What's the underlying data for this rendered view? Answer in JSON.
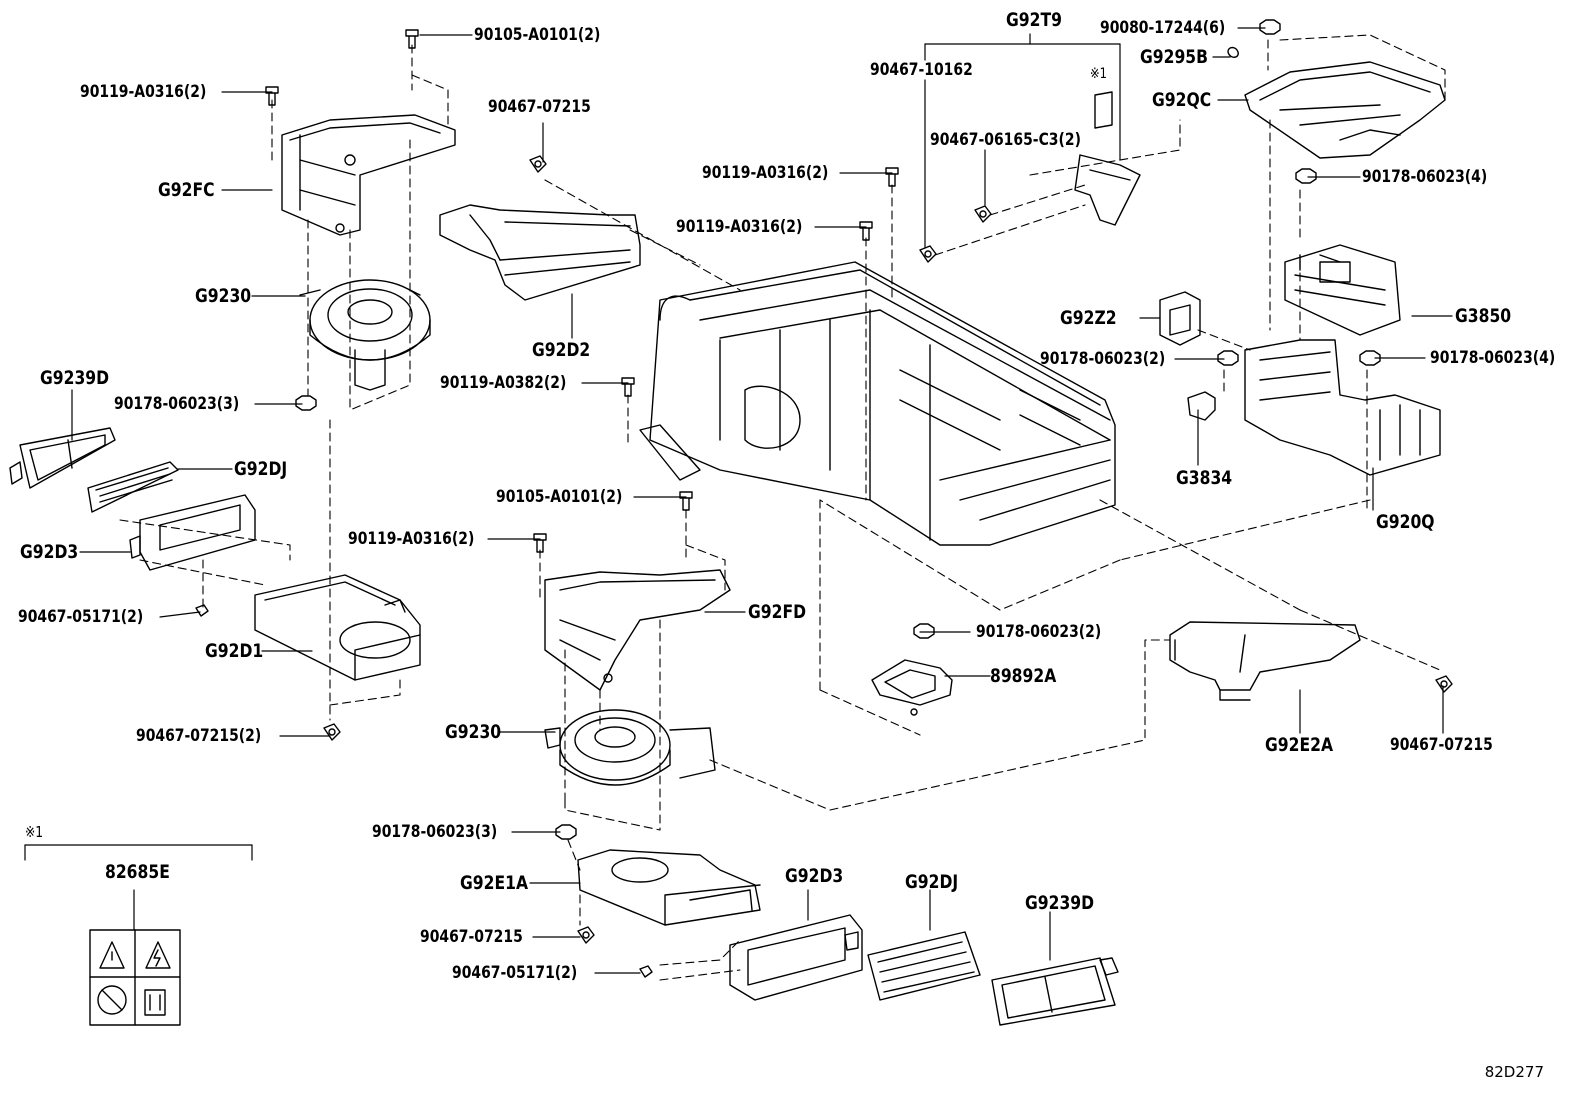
{
  "diagram_code": "82D277",
  "note_marker": "※1",
  "labels": [
    {
      "id": "l01",
      "text": "90105-A0101(2)"
    },
    {
      "id": "l02",
      "text": "90119-A0316(2)"
    },
    {
      "id": "l03",
      "text": "G92FC"
    },
    {
      "id": "l04",
      "text": "G9230"
    },
    {
      "id": "l05",
      "text": "G9239D"
    },
    {
      "id": "l06",
      "text": "90178-06023(3)"
    },
    {
      "id": "l07",
      "text": "G92DJ"
    },
    {
      "id": "l08",
      "text": "G92D3"
    },
    {
      "id": "l09",
      "text": "90467-05171(2)"
    },
    {
      "id": "l10",
      "text": "G92D1"
    },
    {
      "id": "l11",
      "text": "90467-07215(2)"
    },
    {
      "id": "l12",
      "text": "90467-07215"
    },
    {
      "id": "l13",
      "text": "G92D2"
    },
    {
      "id": "l14",
      "text": "90119-A0382(2)"
    },
    {
      "id": "l15",
      "text": "90119-A0316(2)"
    },
    {
      "id": "l16",
      "text": "90119-A0316(2)"
    },
    {
      "id": "l17",
      "text": "G92T9"
    },
    {
      "id": "l18",
      "text": "90467-10162"
    },
    {
      "id": "l19",
      "text": "90467-06165-C3(2)"
    },
    {
      "id": "l20",
      "text": "90080-17244(6)"
    },
    {
      "id": "l21",
      "text": "G9295B"
    },
    {
      "id": "l22",
      "text": "G92QC"
    },
    {
      "id": "l23",
      "text": "90178-06023(4)"
    },
    {
      "id": "l24",
      "text": "G3850"
    },
    {
      "id": "l25",
      "text": "G92Z2"
    },
    {
      "id": "l26",
      "text": "90178-06023(2)"
    },
    {
      "id": "l27",
      "text": "90178-06023(4)"
    },
    {
      "id": "l28",
      "text": "G3834"
    },
    {
      "id": "l29",
      "text": "G920Q"
    },
    {
      "id": "l30",
      "text": "90105-A0101(2)"
    },
    {
      "id": "l31",
      "text": "90119-A0316(2)"
    },
    {
      "id": "l32",
      "text": "G92FD"
    },
    {
      "id": "l33",
      "text": "90178-06023(2)"
    },
    {
      "id": "l34",
      "text": "89892A"
    },
    {
      "id": "l35",
      "text": "G9230"
    },
    {
      "id": "l36",
      "text": "G92E2A"
    },
    {
      "id": "l37",
      "text": "90467-07215"
    },
    {
      "id": "l38",
      "text": "90178-06023(3)"
    },
    {
      "id": "l39",
      "text": "G92E1A"
    },
    {
      "id": "l40",
      "text": "90467-07215"
    },
    {
      "id": "l41",
      "text": "90467-05171(2)"
    },
    {
      "id": "l42",
      "text": "G92D3"
    },
    {
      "id": "l43",
      "text": "G92DJ"
    },
    {
      "id": "l44",
      "text": "G9239D"
    },
    {
      "id": "l45",
      "text": "82685E"
    }
  ]
}
